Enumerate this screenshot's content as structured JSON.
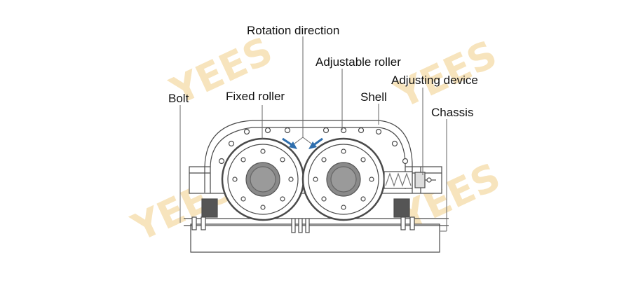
{
  "labels": {
    "rotation_direction": "Rotation direction",
    "adjustable_roller": "Adjustable roller",
    "adjusting_device": "Adjusting device",
    "bolt": "Bolt",
    "fixed_roller": "Fixed roller",
    "shell": "Shell",
    "chassis": "Chassis"
  },
  "watermark": {
    "text": "YEES",
    "color": "#f5dca8"
  },
  "colors": {
    "line": "#4a4a4a",
    "arrow": "#2f6fae",
    "hub": "#8a8a8a"
  }
}
